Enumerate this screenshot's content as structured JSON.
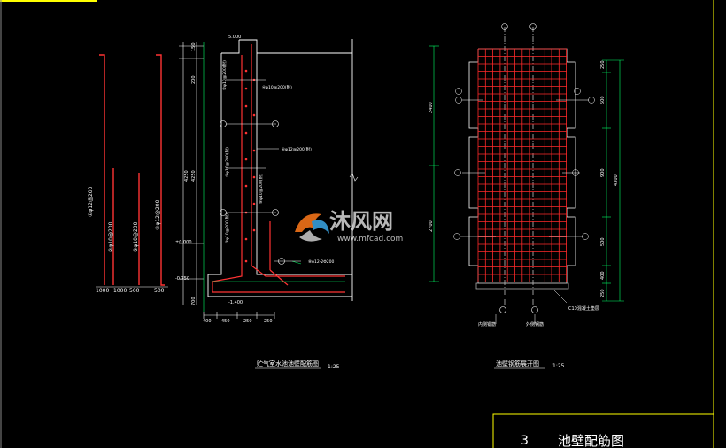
{
  "frame": {
    "border_color": "#ffff00"
  },
  "watermark": {
    "brand": "沐风网",
    "url": "www.mfcad.com"
  },
  "left_drawing": {
    "title": "贮气室水池池壁配筋图",
    "scale": "1:25",
    "dims_bottom": [
      "400",
      "450",
      "250",
      "250"
    ],
    "dim_left_top": "150",
    "dim_left_mid": "4250",
    "dim_left_bot": "700",
    "dim_left_inner": [
      "200",
      "200",
      "4250"
    ],
    "level_top": "5.000",
    "level_mid": "±0.000",
    "level_low": "-0.750",
    "level_bot": "-1.400",
    "bar_callouts": [
      "④φ10@200(附)",
      "②φ10@200(附)",
      "⑥φ12@200(附)",
      "⑤φ10@200(附)",
      "③φ10@200(附)",
      "⑧φ12-2Φ200",
      "⑨φ10@200(附)"
    ],
    "bar_labels_vertical": [
      "①φ12@200",
      "②φ10@200",
      "③φ10@200",
      "④φ12@200"
    ],
    "bar_lengths": [
      "1000",
      "1000",
      "500",
      "500"
    ]
  },
  "right_drawing": {
    "title": "池壁钢筋展开图",
    "scale": "1:25",
    "dims_left": [
      "2400",
      "2700"
    ],
    "dims_right": [
      "250",
      "500",
      "900",
      "500",
      "400",
      "250",
      "4300"
    ],
    "bottom_labels": [
      "内侧钢筋",
      "外侧钢筋"
    ],
    "note": "C10混凝土垫层",
    "mesh_color": "#ff2a2a"
  },
  "title_block": {
    "number": "3",
    "title": "池壁配筋图"
  }
}
